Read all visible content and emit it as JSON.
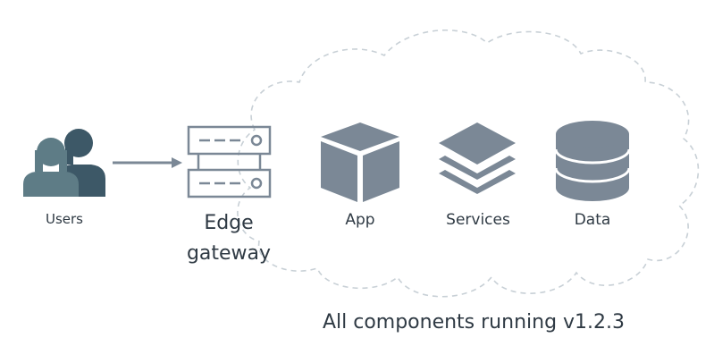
{
  "diagram": {
    "nodes": {
      "users": {
        "label": "Users",
        "icon": "users-icon"
      },
      "edge_gateway": {
        "label_line1": "Edge",
        "label_line2": "gateway",
        "icon": "server-rack-icon"
      },
      "app": {
        "label": "App",
        "icon": "cube-icon"
      },
      "services": {
        "label": "Services",
        "icon": "layers-icon"
      },
      "data": {
        "label": "Data",
        "icon": "database-icon"
      }
    },
    "edges": [
      {
        "from": "users",
        "to": "edge_gateway",
        "style": "arrow"
      }
    ],
    "cloud": {
      "caption": "All components running v1.2.3",
      "border": "dashed"
    }
  },
  "colors": {
    "icon_gray": "#7b8896",
    "user_front": "#5e7c86",
    "user_back": "#3d5867",
    "cloud_stroke": "#c8d0d6",
    "text": "#2f3a44"
  }
}
